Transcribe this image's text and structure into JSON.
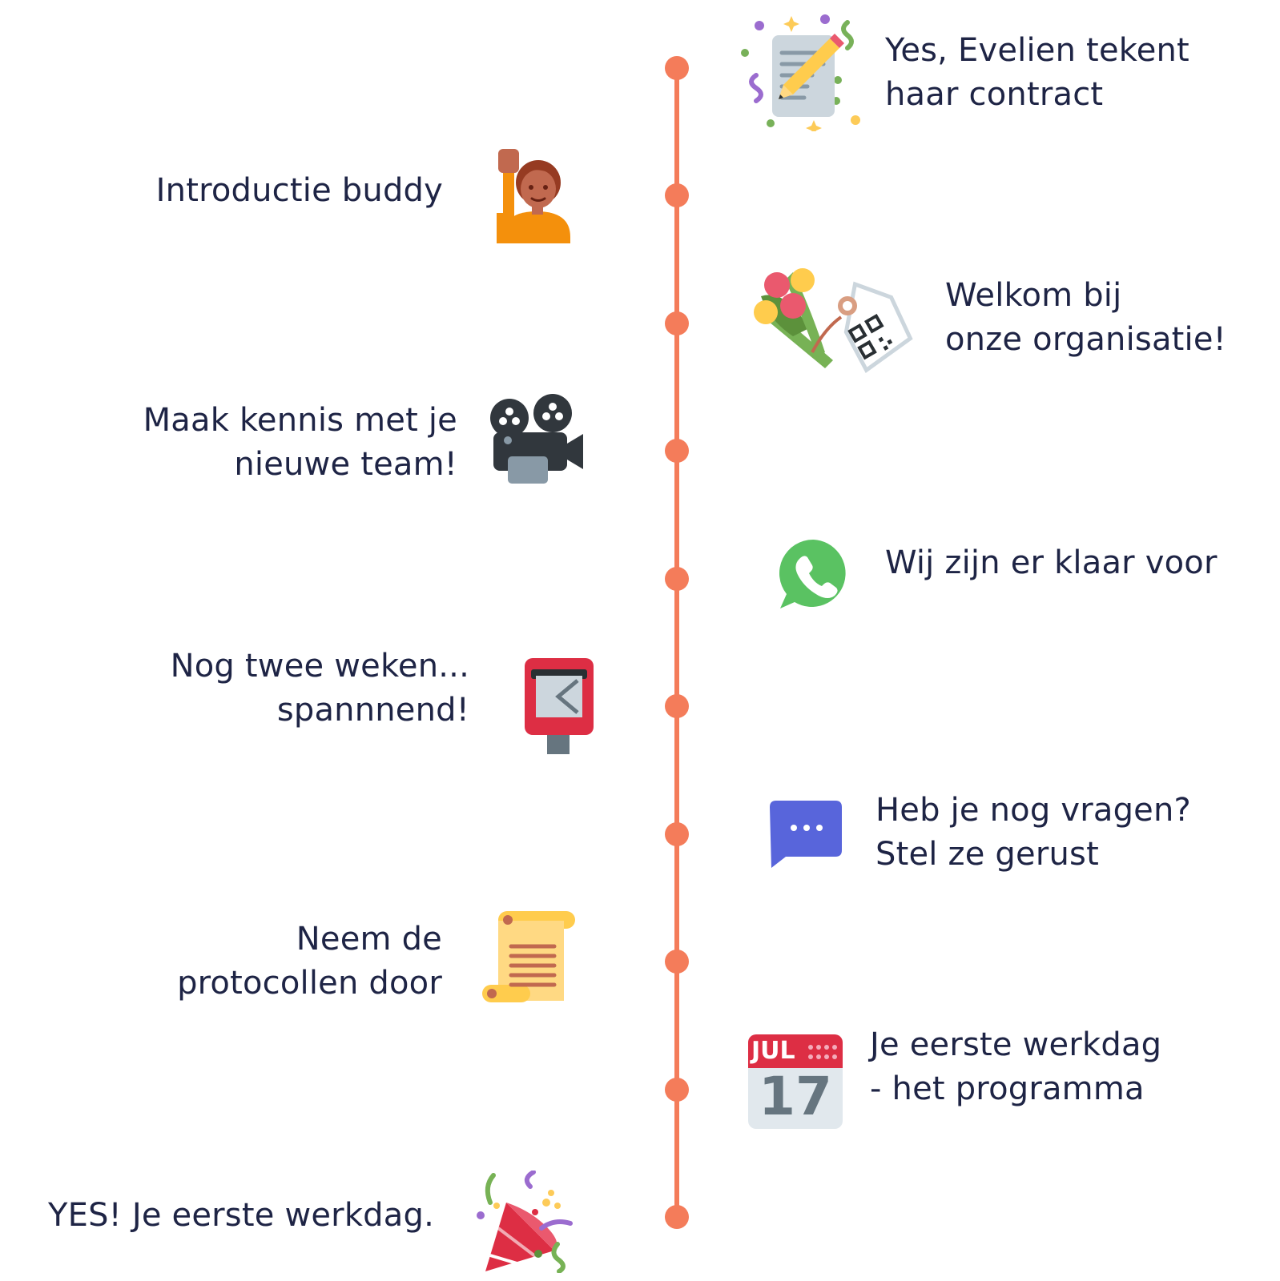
{
  "timeline": {
    "line_color": "#f47c5a",
    "text_color": "#1e2445",
    "steps": [
      {
        "side": "right",
        "icon": "signing-contract-icon",
        "lines": [
          "Yes, Evelien tekent",
          "haar contract"
        ]
      },
      {
        "side": "left",
        "icon": "person-raising-hand-icon",
        "lines": [
          "Introductie buddy"
        ]
      },
      {
        "side": "right",
        "icon": "bouquet-qr-tag-icon",
        "lines": [
          "Welkom bij",
          "onze organisatie!"
        ]
      },
      {
        "side": "left",
        "icon": "movie-camera-icon",
        "lines": [
          "Maak kennis met je",
          "nieuwe team!"
        ]
      },
      {
        "side": "right",
        "icon": "whatsapp-icon",
        "lines": [
          "Wij zijn er klaar voor"
        ]
      },
      {
        "side": "left",
        "icon": "postbox-icon",
        "lines": [
          "Nog twee weken...",
          "spannnend!"
        ]
      },
      {
        "side": "right",
        "icon": "chat-bubble-icon",
        "lines": [
          "Heb je nog vragen?",
          "Stel ze gerust"
        ]
      },
      {
        "side": "left",
        "icon": "scroll-icon",
        "lines": [
          "Neem de",
          "protocollen door"
        ]
      },
      {
        "side": "right",
        "icon": "calendar-icon",
        "lines": [
          "Je eerste werkdag",
          "- het programma"
        ],
        "calendar": {
          "month": "JUL",
          "day": "17"
        }
      },
      {
        "side": "left",
        "icon": "party-popper-icon",
        "lines": [
          "YES! Je eerste werkdag."
        ]
      }
    ]
  }
}
